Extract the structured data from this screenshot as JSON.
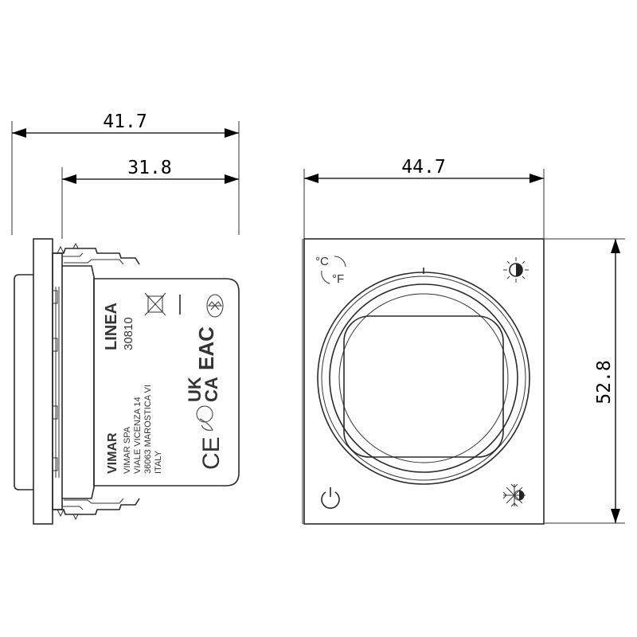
{
  "dimensions": {
    "side_overall_width": "41.7",
    "side_body_width": "31.8",
    "front_width": "44.7",
    "front_height": "52.8"
  },
  "side_label": {
    "series": "LINEA",
    "code": "30810",
    "brand": "VIMAR",
    "company": "VIMAR SPA",
    "street": "VIALE VICENZA 14",
    "city": "36063 MAROSTICA VI",
    "country": "ITALY",
    "ukca_top": "UK",
    "ukca_bottom": "CA",
    "eac": "EAC",
    "ce": "CE"
  },
  "front_buttons": {
    "unit_c": "°C",
    "unit_f": "°F"
  }
}
